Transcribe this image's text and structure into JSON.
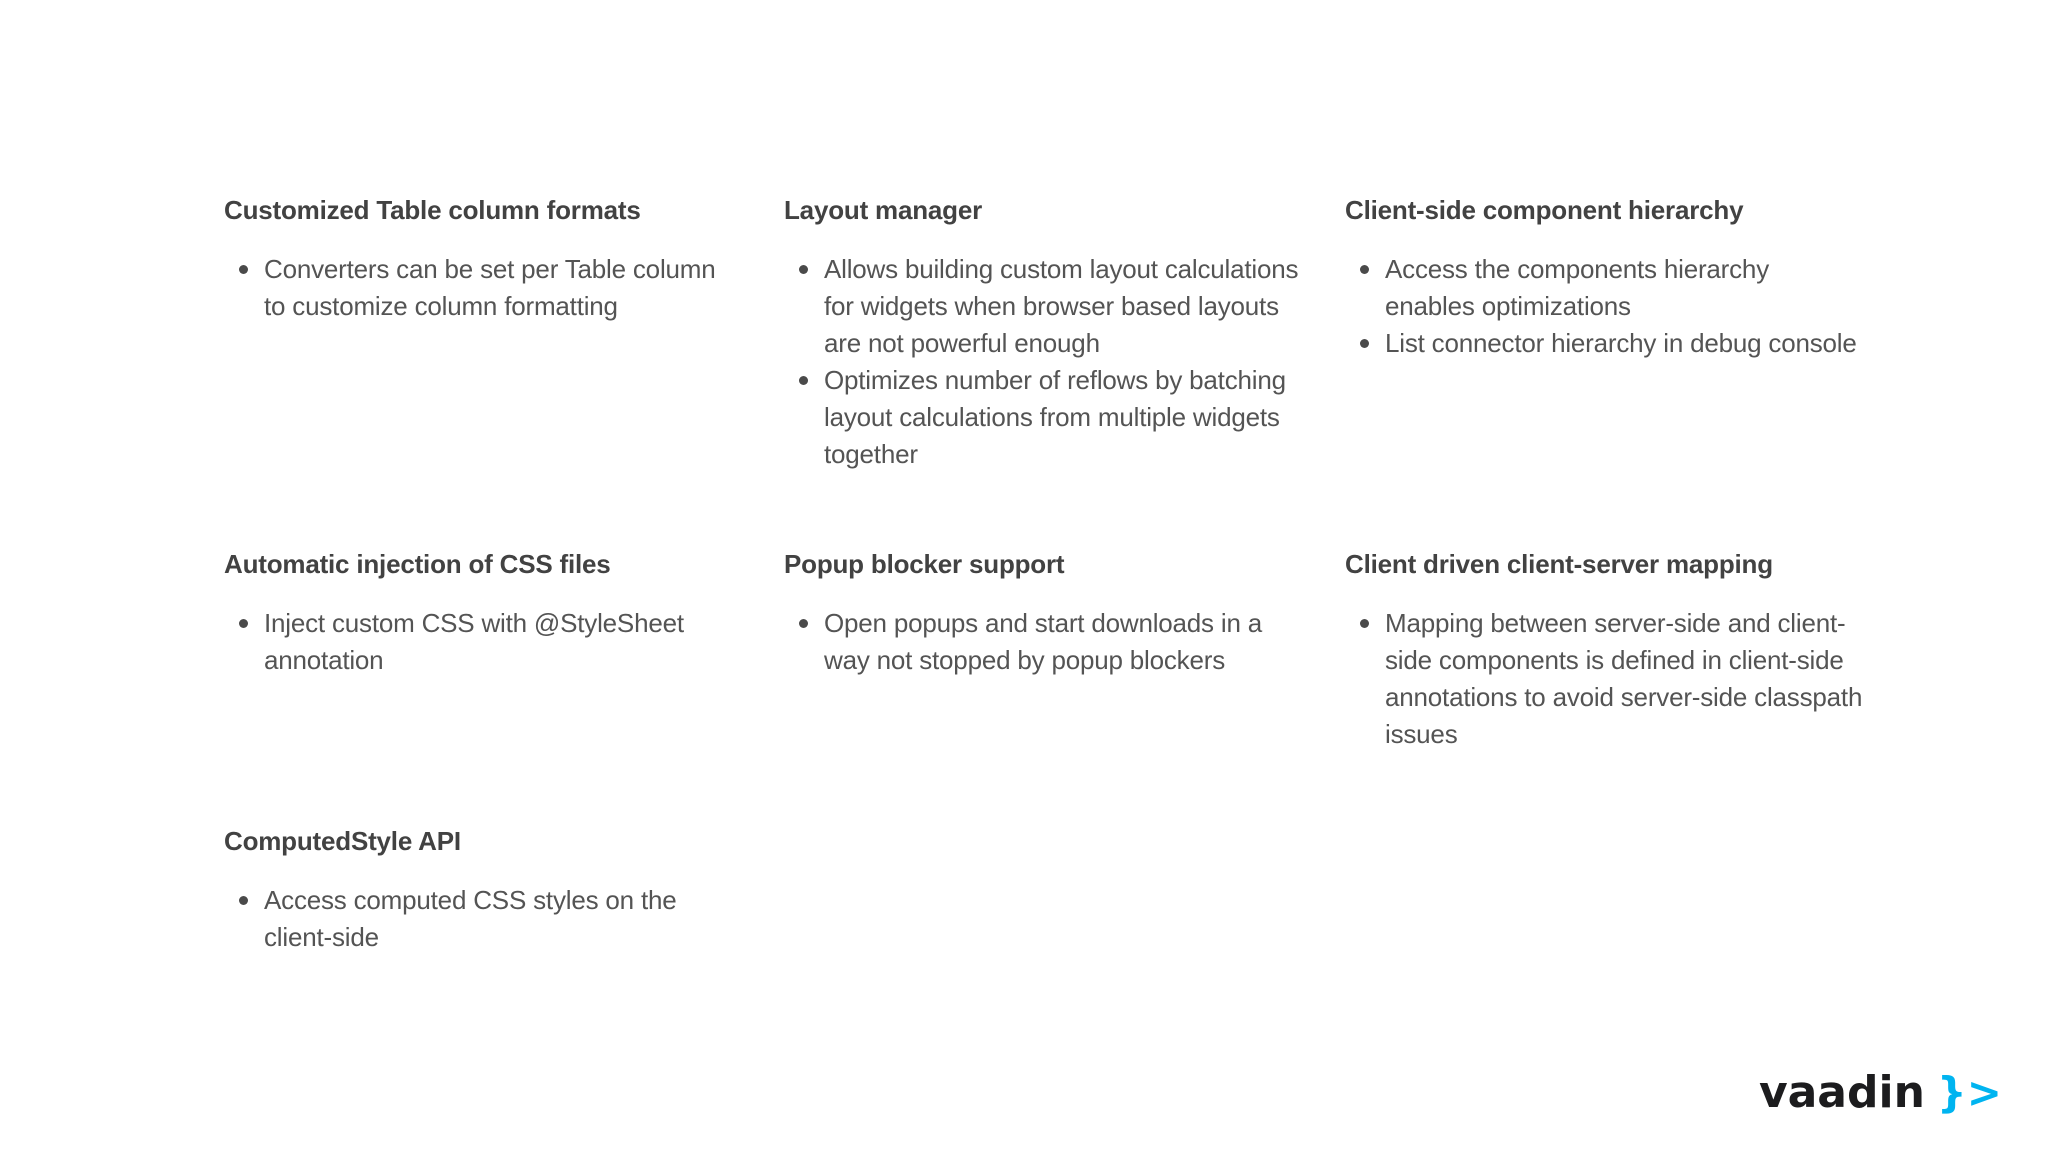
{
  "slide": {
    "background_color": "#ffffff",
    "heading_color": "#424242",
    "body_color": "#545454",
    "columns": [
      {
        "blocks": [
          {
            "title": "Customized Table column formats",
            "bullets": [
              "Converters can be set per Table column to customize column formatting"
            ]
          },
          {
            "title": "Automatic injection of CSS files",
            "bullets": [
              "Inject custom CSS with @StyleSheet annotation"
            ]
          },
          {
            "title": "ComputedStyle API",
            "bullets": [
              "Access computed CSS styles on the client-side"
            ]
          }
        ]
      },
      {
        "blocks": [
          {
            "title": "Layout manager",
            "bullets": [
              "Allows building custom layout calculations for widgets when browser based layouts are not powerful enough",
              "Optimizes number of reflows by batching layout calculations from multiple widgets together"
            ]
          },
          {
            "title": "Popup blocker support",
            "bullets": [
              "Open popups and start downloads in a way not stopped by popup blockers"
            ]
          }
        ]
      },
      {
        "blocks": [
          {
            "title": "Client-side component hierarchy",
            "bullets": [
              "Access the components hierarchy enables optimizations",
              "List connector hierarchy in debug console"
            ]
          },
          {
            "title": "Client driven client-server mapping",
            "bullets": [
              "Mapping between server-side and client-side components is defined in client-side annotations to avoid server-side classpath issues"
            ]
          }
        ]
      }
    ],
    "logo": {
      "wordmark": "vaadin",
      "symbol": "}>",
      "wordmark_color": "#1c1c1e",
      "brand_color": "#00b4f0"
    }
  }
}
